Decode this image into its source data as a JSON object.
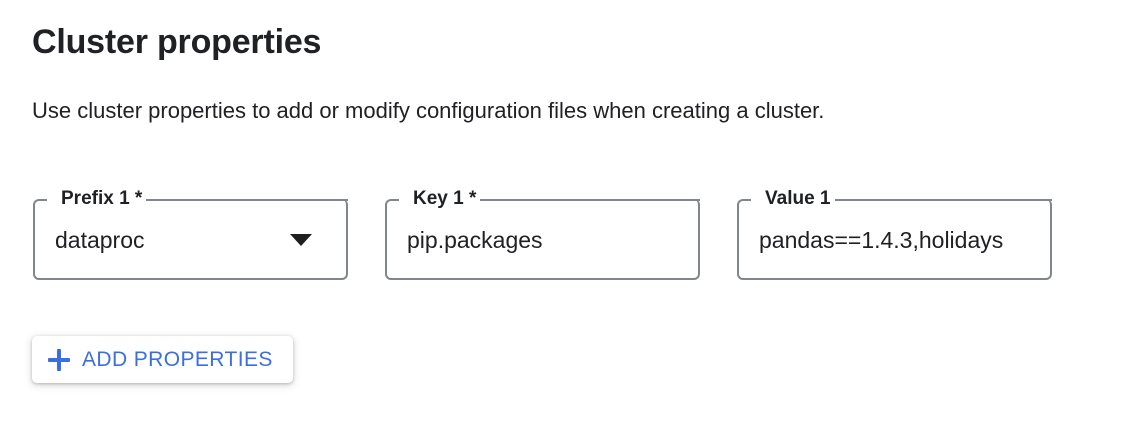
{
  "section": {
    "title": "Cluster properties",
    "description": "Use cluster properties to add or modify configuration files when creating a cluster."
  },
  "fields": [
    {
      "label": "Prefix 1 *",
      "value": "dataproc",
      "type": "select",
      "icon": "dropdown-arrow-icon",
      "required": true
    },
    {
      "label": "Key 1 *",
      "value": "pip.packages",
      "type": "text",
      "required": true
    },
    {
      "label": "Value 1",
      "value": "pandas==1.4.3,holidays",
      "type": "text",
      "required": false
    }
  ],
  "actions": {
    "add_properties_label": "ADD PROPERTIES",
    "add_properties_icon": "plus-icon"
  },
  "colors": {
    "accent_blue": "#3b6fe0",
    "text_primary": "#202124",
    "field_border": "#80868b",
    "background": "#ffffff"
  }
}
